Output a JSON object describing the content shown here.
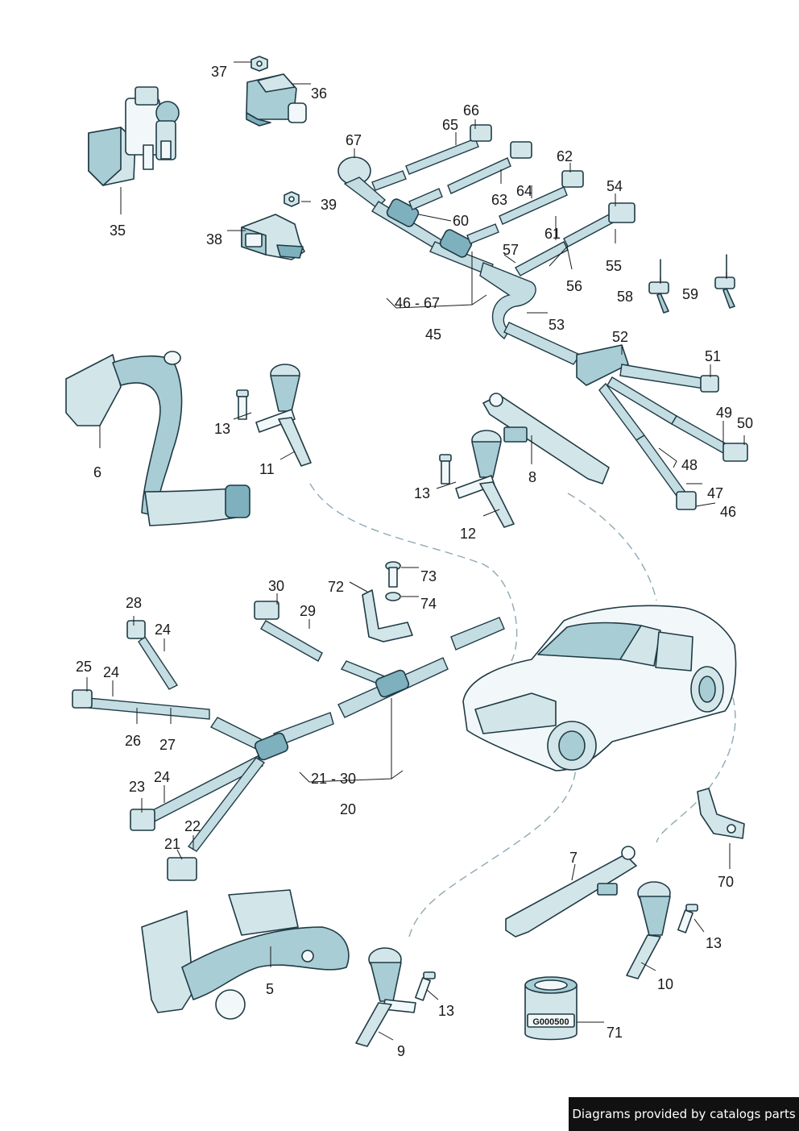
{
  "labels": {
    "l35": "35",
    "l36": "36",
    "l37": "37",
    "l38": "38",
    "l39": "39",
    "l45": "45",
    "l46_67": "46 - 67",
    "l46": "46",
    "l47": "47",
    "l48": "48",
    "l49": "49",
    "l50": "50",
    "l51": "51",
    "l52": "52",
    "l53": "53",
    "l54": "54",
    "l55": "55",
    "l56": "56",
    "l57": "57",
    "l58": "58",
    "l59": "59",
    "l60": "60",
    "l61": "61",
    "l62": "62",
    "l63": "63",
    "l64": "64",
    "l65": "65",
    "l66": "66",
    "l67": "67",
    "l6": "6",
    "l13a": "13",
    "l11": "11",
    "l8": "8",
    "l13b": "13",
    "l12": "12",
    "l30": "30",
    "l29": "29",
    "l72": "72",
    "l73": "73",
    "l74": "74",
    "l28": "28",
    "l24a": "24",
    "l25": "25",
    "l24b": "24",
    "l26": "26",
    "l27": "27",
    "l23": "23",
    "l24c": "24",
    "l22": "22",
    "l21": "21",
    "l21_30": "21 - 30",
    "l20": "20",
    "l7": "7",
    "l70": "70",
    "l13c": "13",
    "l10": "10",
    "l5": "5",
    "l13d": "13",
    "l9": "9",
    "l71": "71"
  },
  "can_text": "G000500",
  "watermark": "Diagrams provided by catalogs parts"
}
